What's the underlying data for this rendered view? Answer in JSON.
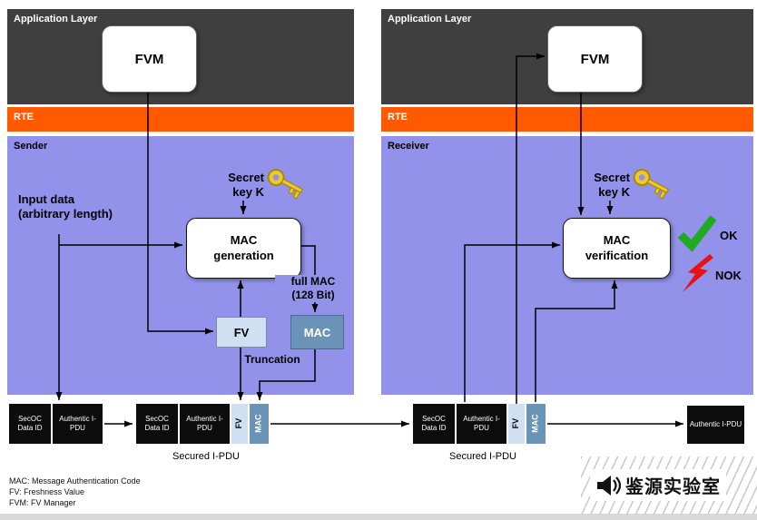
{
  "left_panel": {
    "app_layer_label": "Application Layer",
    "fvm_label": "FVM",
    "rte_label": "RTE",
    "zone_label": "Sender",
    "input_data_line1": "Input data",
    "input_data_line2": "(arbitrary length)",
    "secret_key_line1": "Secret",
    "secret_key_line2": "key K",
    "op_line1": "MAC",
    "op_line2": "generation",
    "full_mac_line1": "full MAC",
    "full_mac_line2": "(128 Bit)",
    "fv_label": "FV",
    "mac_label": "MAC",
    "truncation_label": "Truncation"
  },
  "right_panel": {
    "app_layer_label": "Application Layer",
    "fvm_label": "FVM",
    "rte_label": "RTE",
    "zone_label": "Receiver",
    "secret_key_line1": "Secret",
    "secret_key_line2": "key K",
    "op_line1": "MAC",
    "op_line2": "verification",
    "ok_label": "OK",
    "nok_label": "NOK"
  },
  "pdu": {
    "input_block": {
      "fields": [
        "SecOC Data ID",
        "Authentic I-PDU"
      ]
    },
    "sender_secured_block": {
      "fields": [
        "SecOC Data ID",
        "Authentic I-PDU",
        "FV",
        "MAC"
      ],
      "caption": "Secured I-PDU"
    },
    "receiver_secured_block": {
      "fields": [
        "SecOC Data ID",
        "Authentic I-PDU",
        "FV",
        "MAC"
      ],
      "caption": "Secured I-PDU"
    },
    "output_block": {
      "fields": [
        "Authentic I-PDU"
      ]
    }
  },
  "legend": {
    "line1": "MAC: Message Authentication Code",
    "line2": "FV: Freshness Value",
    "line3": "FVM: FV Manager"
  },
  "logo": {
    "text": "鉴源实验室"
  },
  "icons": {
    "secret_key": "key-icon",
    "ok": "check-icon",
    "nok": "lightning-bolt-icon",
    "logo": "megaphone-icon"
  },
  "colors": {
    "app_layer": "#3f3f3f",
    "rte": "#ff5a00",
    "zone_band": "#9292ea",
    "fv_fill": "#cfe0f2",
    "mac_fill": "#6b93b8",
    "ok_green": "#1faa1f",
    "nok_red": "#e81212",
    "key_gold": "#edc929"
  }
}
